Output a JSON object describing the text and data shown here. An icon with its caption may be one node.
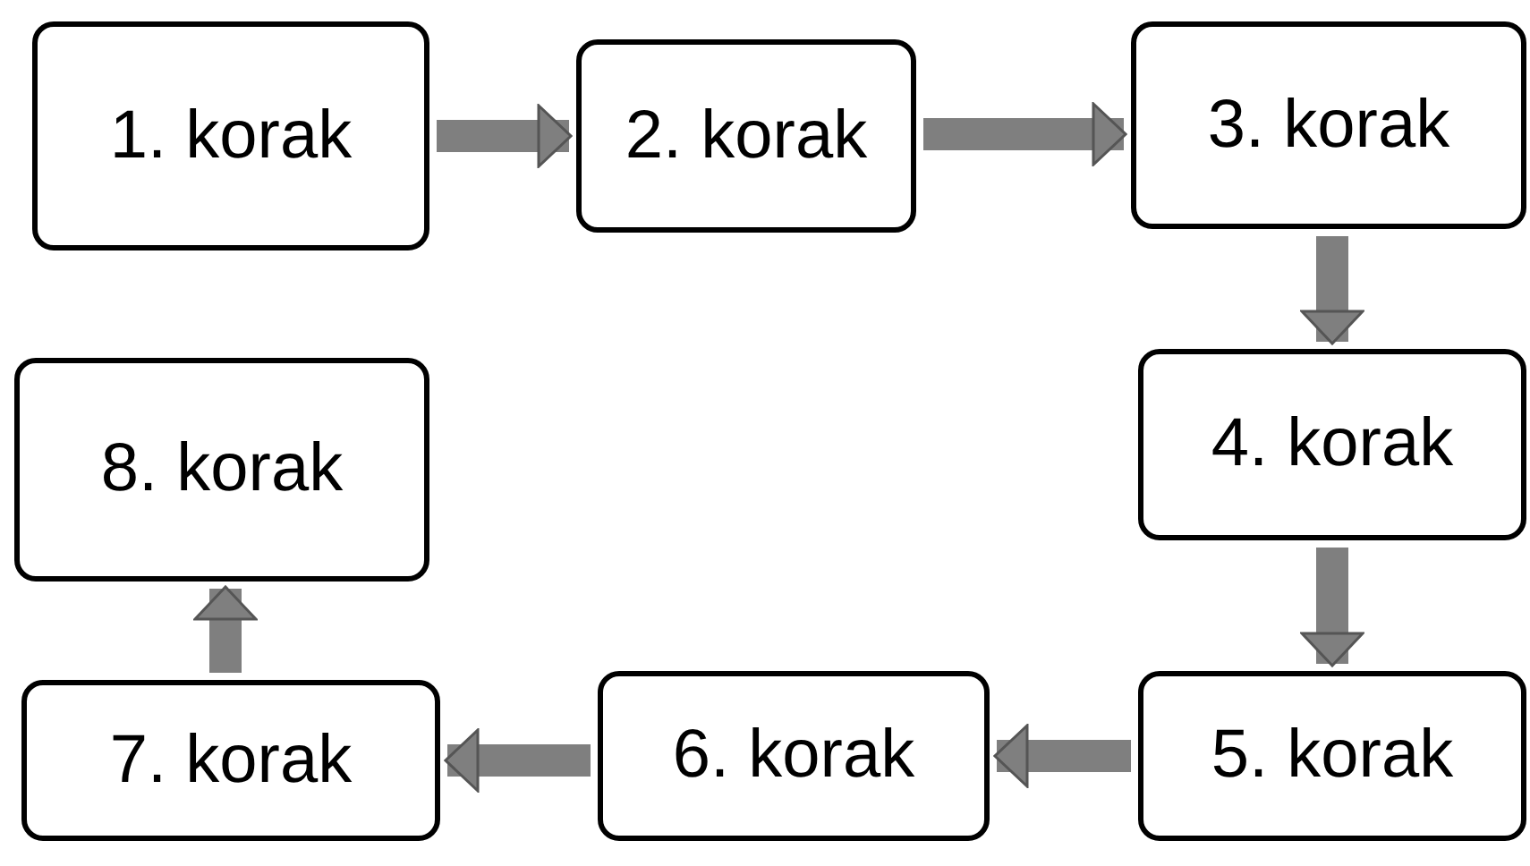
{
  "diagram": {
    "nodes": [
      {
        "text": [
          "1. korak"
        ]
      },
      {
        "text": [
          "2. korak"
        ]
      },
      {
        "text": [
          "3. korak"
        ]
      },
      {
        "text": [
          "4. korak"
        ]
      },
      {
        "text": [
          "5. korak"
        ]
      },
      {
        "text": [
          "6. korak"
        ]
      },
      {
        "text": [
          "7. korak"
        ]
      },
      {
        "text": [
          "8. korak"
        ]
      }
    ],
    "edges": [
      {
        "from": 0,
        "to": 1,
        "arrow": "to"
      },
      {
        "from": 1,
        "to": 2,
        "arrow": "to"
      },
      {
        "from": 2,
        "to": 3,
        "arrow": "to"
      },
      {
        "from": 3,
        "to": 4,
        "arrow": "to"
      },
      {
        "from": 4,
        "to": 5,
        "arrow": "to"
      },
      {
        "from": 5,
        "to": 6,
        "arrow": "to"
      },
      {
        "from": 6,
        "to": 7,
        "arrow": "to"
      }
    ]
  }
}
